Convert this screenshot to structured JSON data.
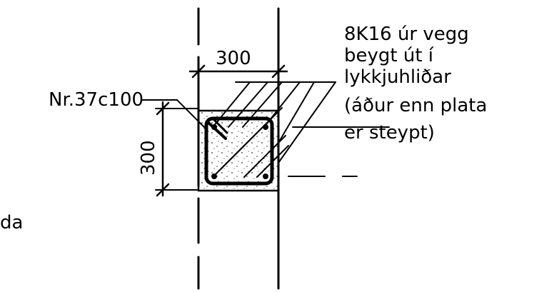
{
  "drawing": {
    "top_dimension": "300",
    "side_dimension": "300",
    "stirrup_label": "Nr.37c100",
    "note_lines": [
      "8K16 úr vegg",
      "beygt út í",
      "lykkjuhliðar",
      "(áður enn plata",
      "er steypt)"
    ],
    "partial_text": "da"
  }
}
